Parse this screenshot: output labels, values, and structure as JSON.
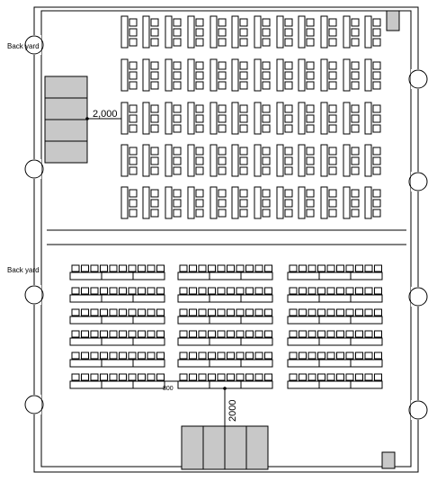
{
  "labels": {
    "back_yard_top": "Back yard",
    "back_yard_bottom": "Back yard",
    "dim_stage_top": "2,000",
    "dim_aisle": "800",
    "dim_stage_bottom": "2000"
  },
  "colors": {
    "line": "#000000",
    "fill": "#c8c8c8",
    "background": "#ffffff"
  },
  "seating": {
    "upper_cluster_rows": 5,
    "upper_cluster_cols": 12,
    "lower_blocks": 3,
    "lower_rows": 6,
    "lower_seats_per_block": 10
  }
}
